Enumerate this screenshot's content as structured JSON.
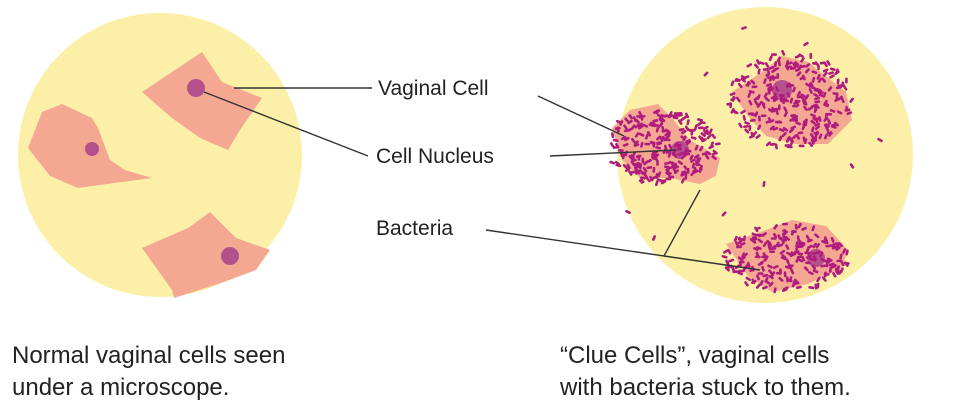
{
  "labels": {
    "vaginal_cell": "Vaginal Cell",
    "cell_nucleus": "Cell Nucleus",
    "bacteria": "Bacteria"
  },
  "captions": {
    "left": [
      "Normal vaginal cells seen",
      "under a microscope."
    ],
    "right": [
      "“Clue Cells”, vaginal cells",
      "with bacteria stuck to them."
    ]
  },
  "colors": {
    "field": "#fcf0a8",
    "cell": "#f4a892",
    "nucleus": "#b4508c",
    "bacteria": "#b01c7e",
    "line": "#333333",
    "text": "#222222"
  }
}
